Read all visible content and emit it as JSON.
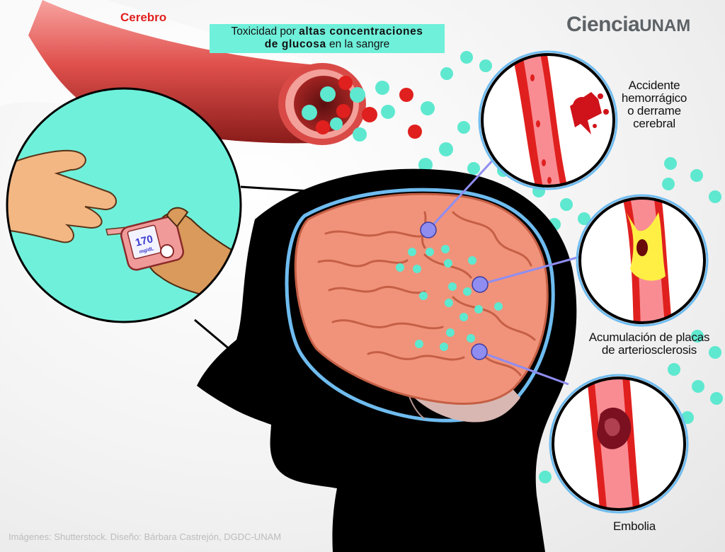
{
  "vessel_label": "Cerebro",
  "title": {
    "prefix": "Toxicidad por ",
    "bold1": "altas concentraciones",
    "bold2": "de glucosa",
    "suffix": " en la sangre"
  },
  "logo": {
    "word1": "Ciencia",
    "word2": "UNAM"
  },
  "glucometer_reading": {
    "value": "170",
    "unit": "mg/dL"
  },
  "conditions": [
    {
      "lines": [
        "Accidente",
        "hemorrágico",
        "o derrame",
        "cerebral"
      ]
    },
    {
      "lines": [
        "Acumulación de placas",
        "de arteriosclerosis"
      ]
    },
    {
      "lines": [
        "Embolia"
      ]
    }
  ],
  "credit": "Imágenes: Shutterstock. Diseño: Bárbara Castrejón, DGDC-UNAM",
  "colors": {
    "glucose": "#5ee8d0",
    "blood": "#e0201e",
    "title_bg": "#6ff0da",
    "brain": "#f0937a",
    "pointer": "#8f8df0",
    "inset_outline": "#6fbcf0"
  }
}
